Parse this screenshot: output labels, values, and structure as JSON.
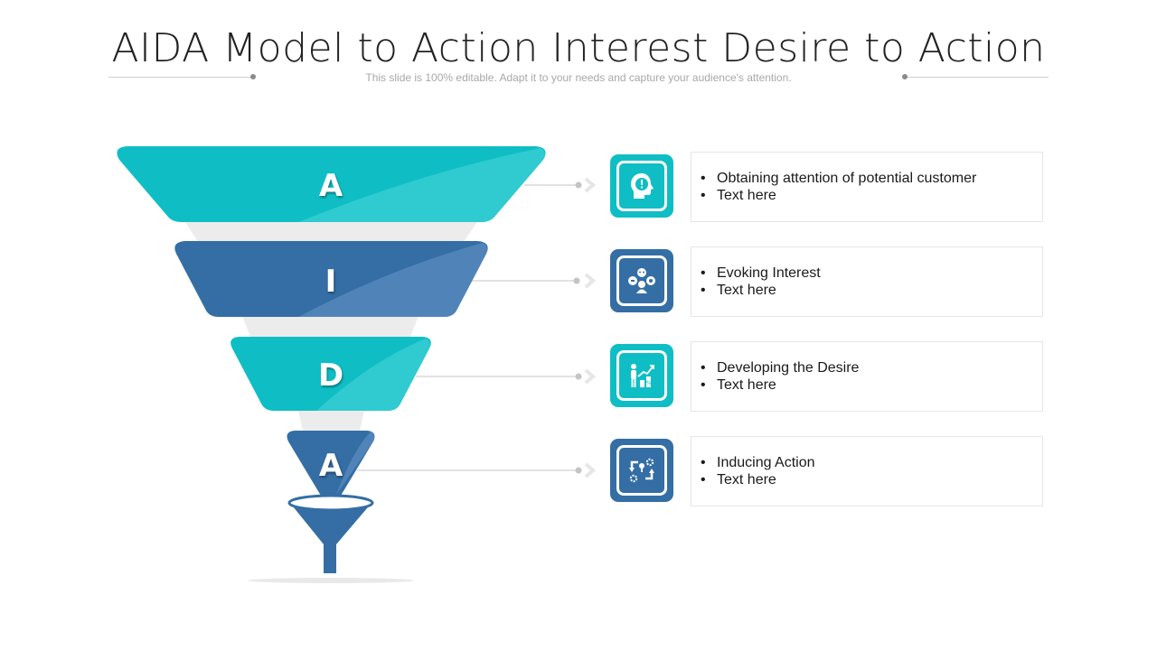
{
  "header": {
    "title": "AIDA Model to Action Interest Desire to Action",
    "subtitle": "This slide is 100% editable. Adapt it to your needs and capture your audience's attention."
  },
  "colors": {
    "teal": "#0fbec5",
    "teal_light": "#3dd0d4",
    "blue": "#346ea5",
    "blue_light": "#5a8cbf",
    "connector": "#c4c4c4",
    "gap": "#ececec"
  },
  "stages": [
    {
      "letter": "A",
      "color": "teal",
      "icon": "head-exclamation-icon",
      "bullets": [
        "Obtaining attention of potential customer",
        "Text here"
      ]
    },
    {
      "letter": "I",
      "color": "blue",
      "icon": "interest-network-icon",
      "bullets": [
        "Evoking Interest",
        "Text here"
      ]
    },
    {
      "letter": "D",
      "color": "teal",
      "icon": "growth-chart-person-icon",
      "bullets": [
        "Developing the Desire",
        "Text here"
      ]
    },
    {
      "letter": "A",
      "color": "blue",
      "icon": "action-cycle-gears-icon",
      "bullets": [
        "Inducing Action",
        "Text here"
      ]
    }
  ]
}
